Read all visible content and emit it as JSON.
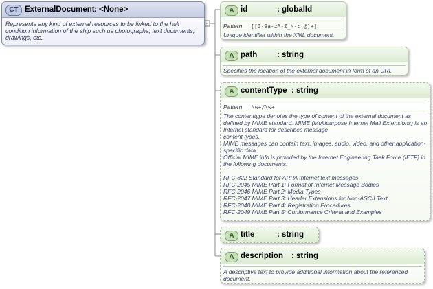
{
  "complex_type": {
    "badge": "CT",
    "name": "ExternalDocument",
    "type": ": <None>",
    "description": "Represents any kind of external resources to be linked to the hull condition information of the ship such us photographs, text documents, drawings, etc."
  },
  "attributes": [
    {
      "badge": "A",
      "name": "id",
      "type": ": globalId",
      "pattern_label": "Pattern",
      "pattern": "[[0-9a-zA-Z_\\-:.@]+]",
      "description": "Unique identifier within the XML document."
    },
    {
      "badge": "A",
      "name": "path",
      "type": ": string",
      "description": "Specifies the location of the external document in form of an URI."
    },
    {
      "badge": "A",
      "name": "contentType",
      "type": ": string",
      "pattern_label": "Pattern",
      "pattern": "\\w+/\\w+",
      "description": "The contenttype denotes the type of content of the external document as defined by MIME standard. MIME (Multipurpose Internet Mail Extensions) is an Internet standard for describes message\n    content types.\nMIME messages can contain text, images, audio, video, and other application-specific data.\nOfficial MIME info is provided by the Internet Engineering Task Force (IETF) in the following documents:\n\n      RFC-822 Standard for ARPA Internet text messages\n      RFC-2045 MIME Part 1: Format of Internet Message Bodies\n      RFC-2046 MIME Part 2: Media Types\n      RFC-2047 MIME Part 3: Header Extensions for Non-ASCII Text\n      RFC-2048 MIME Part 4: Registration Procedures\n      RFC-2049 MIME Part 5: Conformance Criteria and Examples"
    },
    {
      "badge": "A",
      "name": "title",
      "type": ": string"
    },
    {
      "badge": "A",
      "name": "description",
      "type": ": string",
      "description": "A descriptive text to provide additional information about the referenced document."
    }
  ]
}
